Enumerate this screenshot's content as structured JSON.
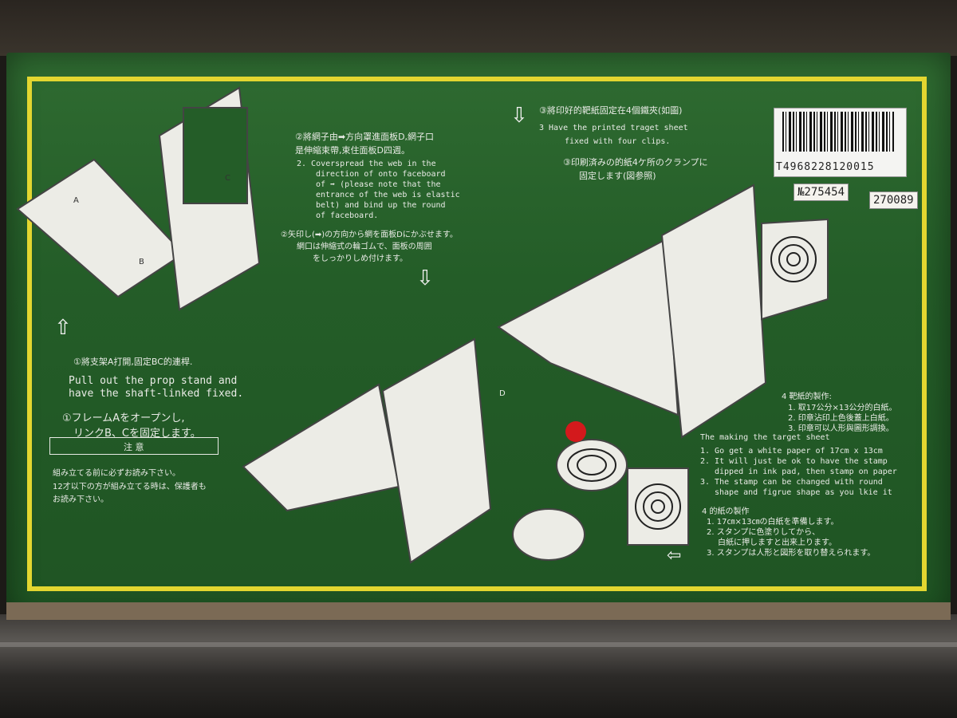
{
  "barcode": {
    "number": "T4968228120015"
  },
  "labels": {
    "price_tag_1": "№275454",
    "price_tag_2": "270089"
  },
  "step1": {
    "chinese": "①將支架A打開,固定BC的連桿.",
    "english_1": "Pull out the prop stand and",
    "english_2": "have the shaft-linked fixed.",
    "japanese_1": "①フレームAをオープンし,",
    "japanese_2": "リンクB、Cを固定します。",
    "caution": "注 意",
    "caution_1": "組み立てる前に必ずお読み下さい。",
    "caution_2": "12才以下の方が組み立てる時は、保護者も",
    "caution_3": "お読み下さい。"
  },
  "step2": {
    "chinese_1": "②將網子由➡方向罩進面板D,網子口",
    "chinese_2": "是伸縮束帶,束住面板D四週。",
    "english_1": "2.  Coverspread the web in the",
    "english_2": "direction of onto faceboard",
    "english_3": "of ➡ (please note that the",
    "english_4": "entrance of the web is elastic",
    "english_5": "belt) and bind up the round",
    "english_6": "of faceboard.",
    "japanese_1": "②矢印し(➡)の方向から網を面板Dにかぶせます。",
    "japanese_2": "網口は伸縮式の輪ゴムで、面板の周囲",
    "japanese_3": "をしっかりしめ付けます。"
  },
  "step3": {
    "chinese": "③將印好的靶紙固定在4個鐵夾(如圖)",
    "english_1": "3    Have the printed traget sheet",
    "english_2": "fixed with four clips.",
    "japanese_1": "③印刷済みの的紙4ケ所のクランプに",
    "japanese_2": "固定します(図参照)"
  },
  "step4": {
    "chinese_title": "4 靶紙的製作:",
    "chinese_1": "1. 取17公分×13公分的白紙。",
    "chinese_2": "2. 印章沾印上色後蓋上白紙。",
    "chinese_3": "3. 印章可以人形與圖形調換。",
    "english_title": "The making the target sheet",
    "english_1": "1. Go get a white paper of 17cm x 13cm",
    "english_2": "2. It will just be ok to have the stamp",
    "english_3": "dipped in ink pad, then stamp on paper",
    "english_4": "3. The stamp can be changed with round",
    "english_5": "shape and figrue shape as you lkie it",
    "japanese_title": "4 的紙の製作",
    "japanese_1": "1. 17㎝×13㎝の白紙を準備します。",
    "japanese_2": "2. スタンプに色塗りしてから、",
    "japanese_3": "白紙に押しますと出来上ります。",
    "japanese_4": "3. スタンプは人形と図形を取り替えられます。"
  },
  "diagram_letters": {
    "a": "A",
    "b": "B",
    "c": "C",
    "d": "D"
  },
  "colors": {
    "box_green": "#245d28",
    "frame_yellow": "#e3d630",
    "stamp_red": "#d3191c"
  }
}
